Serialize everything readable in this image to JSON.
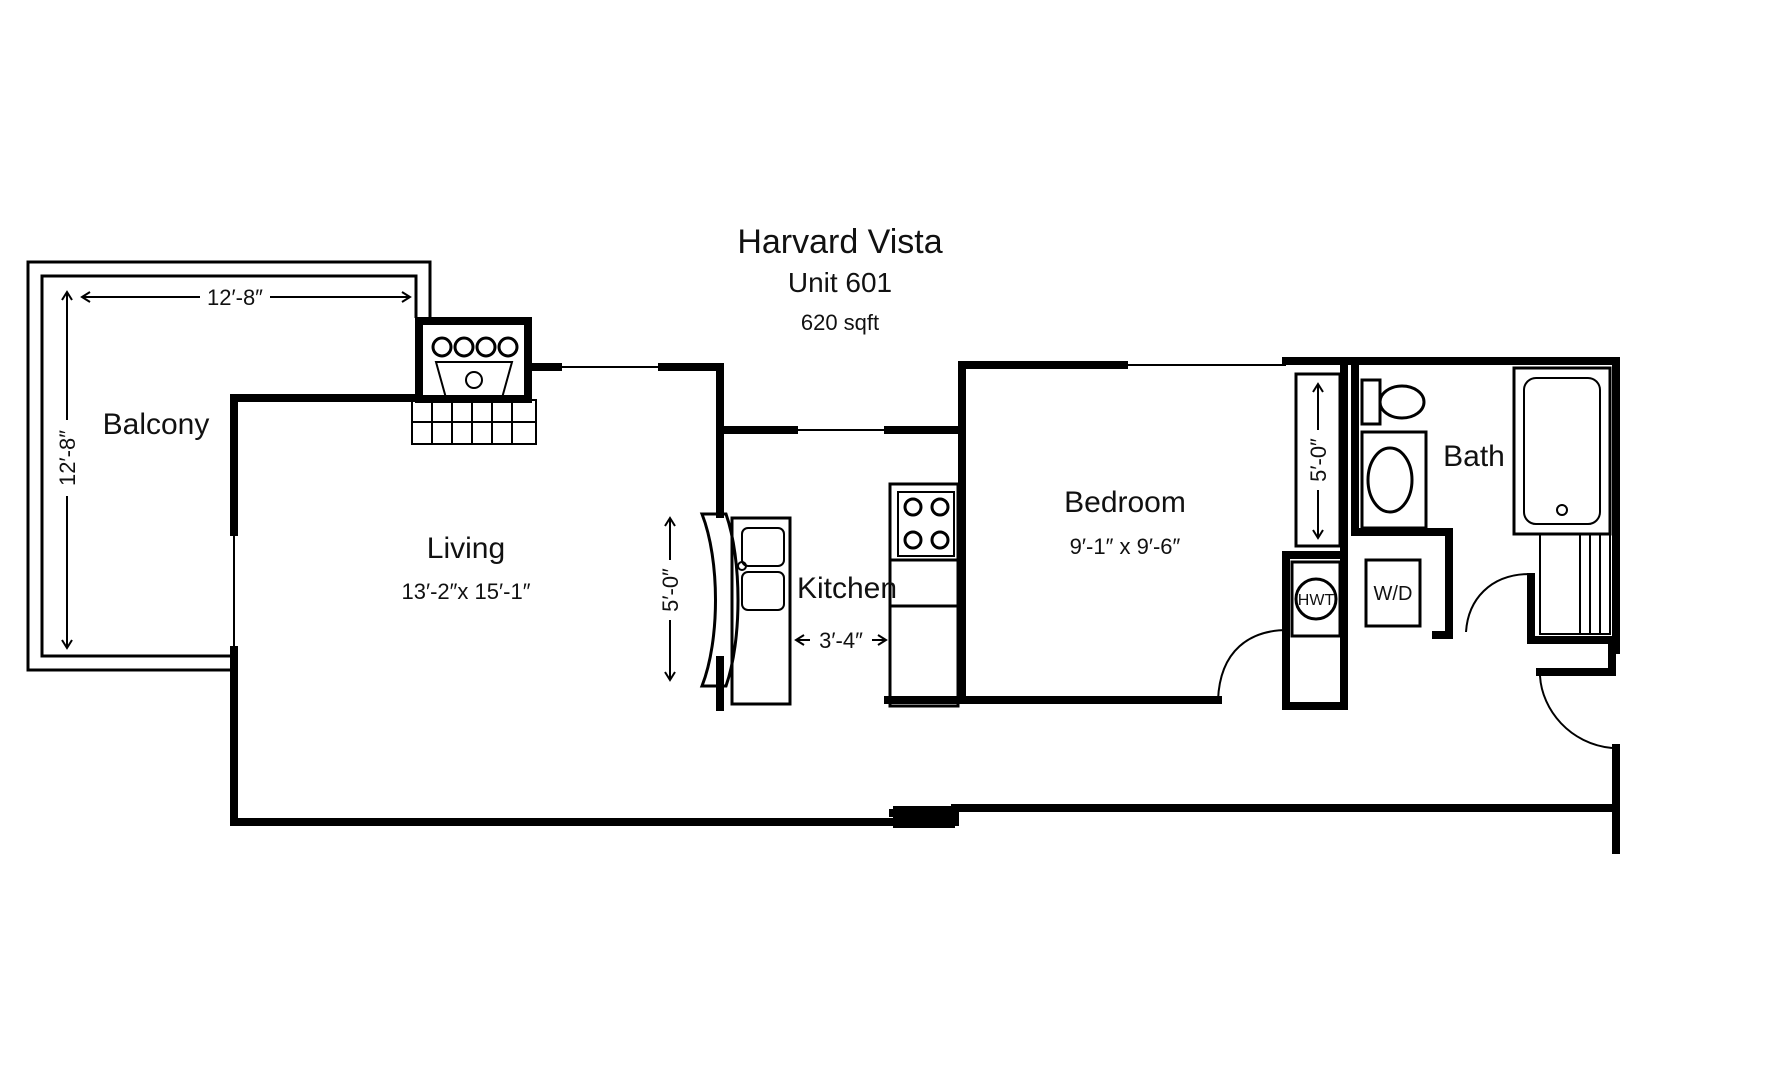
{
  "header": {
    "title": "Harvard Vista",
    "unit": "Unit 601",
    "area": "620 sqft"
  },
  "rooms": {
    "balcony": {
      "name": "Balcony",
      "width": "12′-8″",
      "depth": "12′-8″"
    },
    "living": {
      "name": "Living",
      "size": "13′-2″x 15′-1″"
    },
    "kitchen": {
      "name": "Kitchen",
      "width": "3′-4″",
      "counter": "5′-0″"
    },
    "bedroom": {
      "name": "Bedroom",
      "size": "9′-1″ x 9′-6″",
      "closet": "5′-0″"
    },
    "bath": {
      "name": "Bath"
    }
  },
  "fixtures": {
    "water_heater": "HWT",
    "washer_dryer": "W/D"
  },
  "colors": {
    "walls": "#000000",
    "background": "#ffffff"
  }
}
